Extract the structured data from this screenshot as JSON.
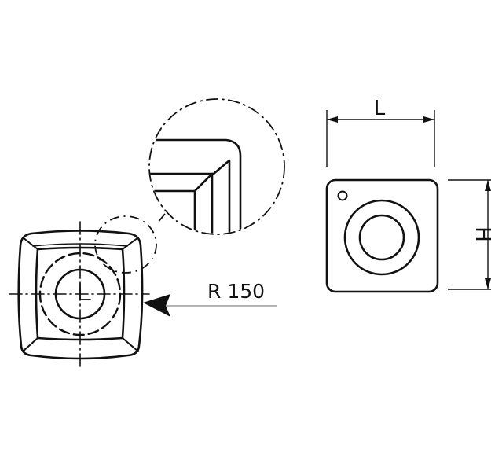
{
  "labels": {
    "radius": "R 150",
    "length": "L",
    "height": "H"
  },
  "colors": {
    "line": "#111111",
    "leader": "#9a9a9a",
    "background": "#ffffff"
  }
}
